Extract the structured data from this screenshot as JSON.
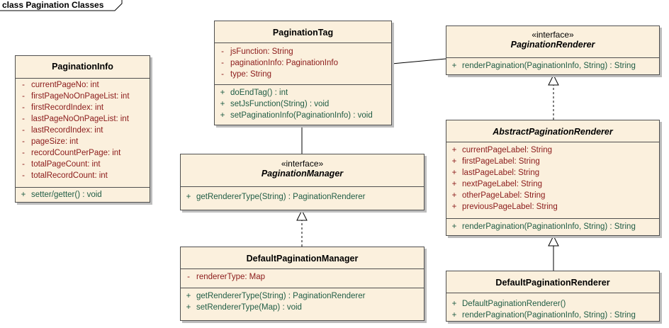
{
  "diagram": {
    "frame_title": "class Pagination Classes"
  },
  "classes": {
    "pagination_info": {
      "name": "PaginationInfo",
      "attributes": [
        {
          "vis": "-",
          "name": "currentPageNo:",
          "type": "int"
        },
        {
          "vis": "-",
          "name": "firstPageNoOnPageList:",
          "type": "int"
        },
        {
          "vis": "-",
          "name": "firstRecordIndex:",
          "type": "int"
        },
        {
          "vis": "-",
          "name": "lastPageNoOnPageList:",
          "type": "int"
        },
        {
          "vis": "-",
          "name": "lastRecordIndex:",
          "type": "int"
        },
        {
          "vis": "-",
          "name": "pageSize:",
          "type": "int"
        },
        {
          "vis": "-",
          "name": "recordCountPerPage:",
          "type": "int"
        },
        {
          "vis": "-",
          "name": "totalPageCount:",
          "type": "int"
        },
        {
          "vis": "-",
          "name": "totalRecordCount:",
          "type": "int"
        }
      ],
      "operations": [
        {
          "vis": "+",
          "sig": "setter/getter() : void"
        }
      ]
    },
    "pagination_tag": {
      "name": "PaginationTag",
      "attributes": [
        {
          "vis": "-",
          "name": "jsFunction:",
          "type": "String"
        },
        {
          "vis": "-",
          "name": "paginationInfo:",
          "type": "PaginationInfo"
        },
        {
          "vis": "-",
          "name": "type:",
          "type": "String"
        }
      ],
      "operations": [
        {
          "vis": "+",
          "sig": "doEndTag() : int"
        },
        {
          "vis": "+",
          "sig": "setJsFunction(String) : void"
        },
        {
          "vis": "+",
          "sig": "setPaginationInfo(PaginationInfo) : void"
        }
      ]
    },
    "pagination_renderer": {
      "stereotype": "«interface»",
      "name": "PaginationRenderer",
      "operations": [
        {
          "vis": "+",
          "sig": "renderPagination(PaginationInfo, String) : String"
        }
      ]
    },
    "pagination_manager": {
      "stereotype": "«interface»",
      "name": "PaginationManager",
      "operations": [
        {
          "vis": "+",
          "sig": "getRendererType(String) : PaginationRenderer"
        }
      ]
    },
    "abstract_pagination_renderer": {
      "name": "AbstractPaginationRenderer",
      "attributes": [
        {
          "vis": "+",
          "name": "currentPageLabel:",
          "type": "String"
        },
        {
          "vis": "+",
          "name": "firstPageLabel:",
          "type": "String"
        },
        {
          "vis": "+",
          "name": "lastPageLabel:",
          "type": "String"
        },
        {
          "vis": "+",
          "name": "nextPageLabel:",
          "type": "String"
        },
        {
          "vis": "+",
          "name": "otherPageLabel:",
          "type": "String"
        },
        {
          "vis": "+",
          "name": "previousPageLabel:",
          "type": "String"
        }
      ],
      "operations": [
        {
          "vis": "+",
          "sig": "renderPagination(PaginationInfo, String) : String"
        }
      ]
    },
    "default_pagination_manager": {
      "name": "DefaultPaginationManager",
      "attributes": [
        {
          "vis": "-",
          "name": "rendererType:",
          "type": "Map"
        }
      ],
      "operations": [
        {
          "vis": "+",
          "sig": "getRendererType(String) : PaginationRenderer"
        },
        {
          "vis": "+",
          "sig": "setRendererType(Map) : void"
        }
      ]
    },
    "default_pagination_renderer": {
      "name": "DefaultPaginationRenderer",
      "operations": [
        {
          "vis": "+",
          "sig": "DefaultPaginationRenderer()"
        },
        {
          "vis": "+",
          "sig": "renderPagination(PaginationInfo, String) : String"
        }
      ]
    }
  },
  "colors": {
    "class_fill": "#fbf0dd",
    "border": "#4f4f4f",
    "attribute_text": "#8b1a1a",
    "operation_text": "#1f5c44"
  }
}
